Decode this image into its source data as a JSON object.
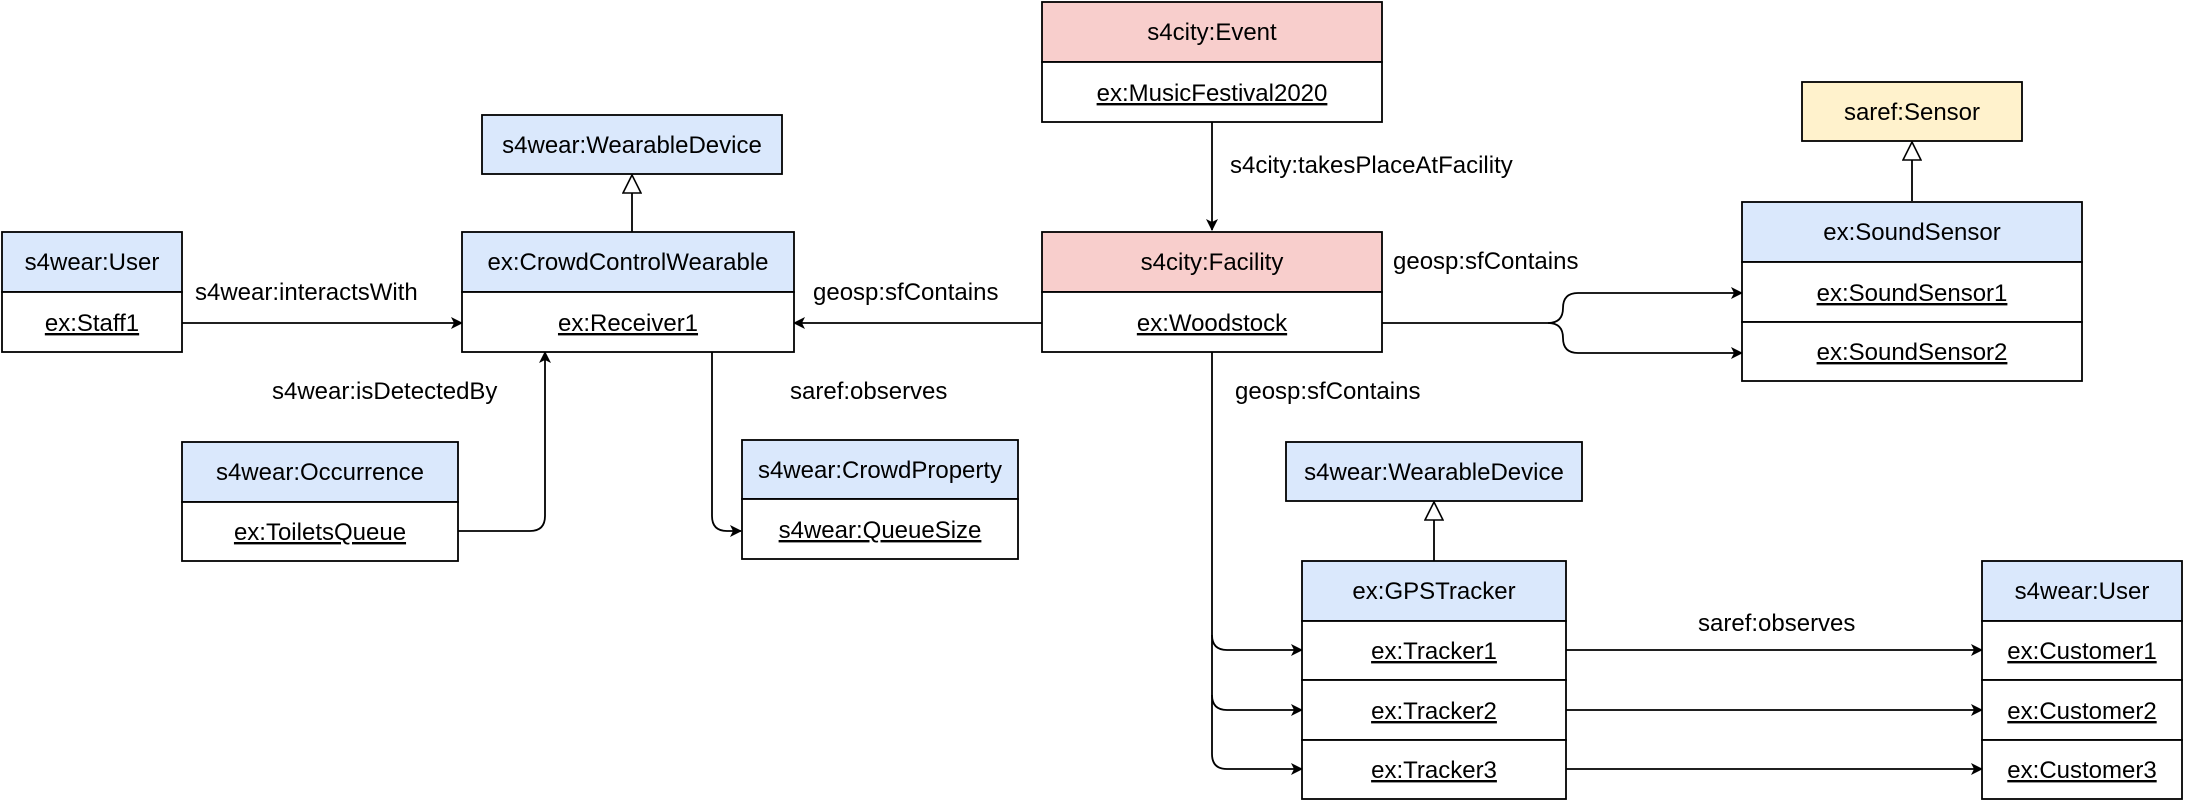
{
  "colors": {
    "event_header": "#f8cecc",
    "class_header": "#dae8fc",
    "sensor_class": "#fff2cc",
    "instance_fill": "#ffffff",
    "stroke": "#000000"
  },
  "nodes": {
    "event": {
      "class": "s4city:Event",
      "instances": [
        "ex:MusicFestival2020"
      ]
    },
    "facility": {
      "class": "s4city:Facility",
      "instances": [
        "ex:Woodstock"
      ]
    },
    "user_left": {
      "class": "s4wear:User",
      "instances": [
        "ex:Staff1"
      ]
    },
    "crowd_wearable": {
      "class": "ex:CrowdControlWearable",
      "instances": [
        "ex:Receiver1"
      ]
    },
    "wearable_device_top": {
      "class": "s4wear:WearableDevice"
    },
    "occurrence": {
      "class": "s4wear:Occurrence",
      "instances": [
        "ex:ToiletsQueue"
      ]
    },
    "crowd_property": {
      "class": "s4wear:CrowdProperty",
      "instances": [
        "s4wear:QueueSize"
      ]
    },
    "saref_sensor": {
      "class": "saref:Sensor"
    },
    "sound_sensor": {
      "class": "ex:SoundSensor",
      "instances": [
        "ex:SoundSensor1",
        "ex:SoundSensor2"
      ]
    },
    "wearable_device_bottom": {
      "class": "s4wear:WearableDevice"
    },
    "gps_tracker": {
      "class": "ex:GPSTracker",
      "instances": [
        "ex:Tracker1",
        "ex:Tracker2",
        "ex:Tracker3"
      ]
    },
    "user_right": {
      "class": "s4wear:User",
      "instances": [
        "ex:Customer1",
        "ex:Customer2",
        "ex:Customer3"
      ]
    }
  },
  "edges": {
    "takes_place": "s4city:takesPlaceAtFacility",
    "interacts_with": "s4wear:interactsWith",
    "is_detected_by": "s4wear:isDetectedBy",
    "contains_receiver": "geosp:sfContains",
    "contains_sensors": "geosp:sfContains",
    "contains_trackers": "geosp:sfContains",
    "observes_queue": "saref:observes",
    "observes_customers": "saref:observes"
  }
}
